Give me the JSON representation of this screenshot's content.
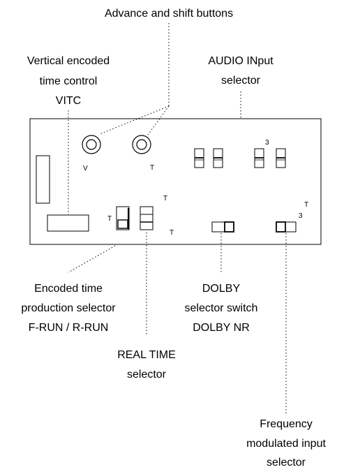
{
  "labels": {
    "advance_shift": "Advance and shift buttons",
    "vitc_line1": "Vertical encoded",
    "vitc_line2": "time control",
    "vitc_line3": "VITC",
    "audio_line1": "AUDIO INput",
    "audio_line2": "selector",
    "encoded_line1": "Encoded time",
    "encoded_line2": "production selector",
    "encoded_line3": "F-RUN / R-RUN",
    "dolby_line1": "DOLBY",
    "dolby_line2": "selector switch",
    "dolby_line3": "DOLBY NR",
    "realtime_line1": "REAL TIME",
    "realtime_line2": "selector",
    "freq_line1": "Frequency",
    "freq_line2": "modulated input",
    "freq_line3": "selector"
  },
  "panel_markers": {
    "button_v": "V",
    "button_t": "T",
    "audio_3": "3",
    "realtime_t_top": "T",
    "realtime_t_left": "T",
    "realtime_t_bottom": "T",
    "freq_t": "T",
    "freq_3": "3"
  }
}
